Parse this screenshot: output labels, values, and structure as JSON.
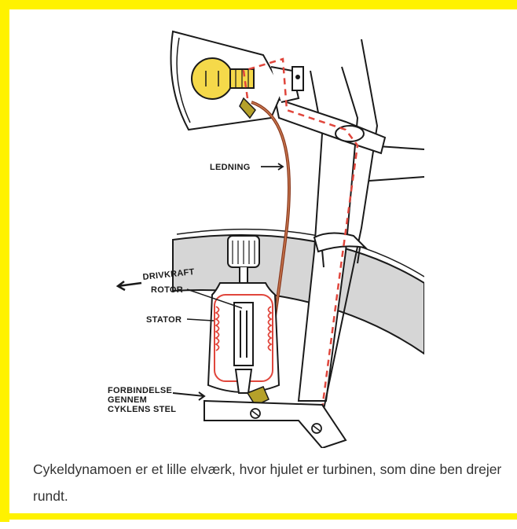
{
  "colors": {
    "frame": "#fff200",
    "wire": "#8b3a1f",
    "dashed_path": "#e0463c",
    "bulb": "#f5d94a",
    "tire": "#d6d6d6",
    "ink": "#1a1a1a"
  },
  "diagram": {
    "labels": {
      "ledning": "LEDNING",
      "drivkraft": "DRIVKRAFT",
      "rotor": "ROTOR",
      "stator": "STATOR",
      "forbindelse_1": "FORBINDELSE",
      "forbindelse_2": "GENNEM",
      "forbindelse_3": "CYKLENS STEL"
    }
  },
  "caption": {
    "text": "Cykeldynamoen er et lille elværk, hvor hjulet er turbinen, som dine ben drejer rundt."
  }
}
